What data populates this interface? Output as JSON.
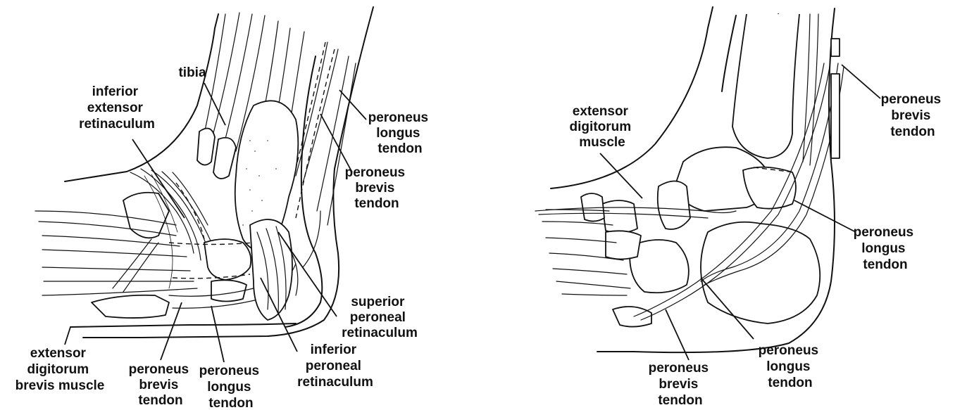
{
  "left_panel": {
    "labels": {
      "tibia": [
        "tibia"
      ],
      "inferior_extensor_retinaculum": [
        "inferior",
        "extensor",
        "retinaculum"
      ],
      "peroneus_longus_tendon_upper": [
        "peroneus",
        "longus",
        "tendon"
      ],
      "peroneus_brevis_tendon_upper": [
        "peroneus",
        "brevis",
        "tendon"
      ],
      "superior_peroneal_retinaculum": [
        "superior",
        "peroneal",
        "retinaculum"
      ],
      "inferior_peroneal_retinaculum": [
        "inferior",
        "peroneal",
        "retinaculum"
      ],
      "extensor_digitorum_brevis_muscle": [
        "extensor",
        "digitorum",
        "brevis muscle"
      ],
      "peroneus_brevis_tendon_lower": [
        "peroneus",
        "brevis",
        "tendon"
      ],
      "peroneus_longus_tendon_lower": [
        "peroneus",
        "longus",
        "tendon"
      ]
    }
  },
  "right_panel": {
    "labels": {
      "extensor_digitorum_muscle": [
        "extensor",
        "digitorum",
        "muscle"
      ],
      "peroneus_brevis_tendon_upper": [
        "peroneus",
        "brevis",
        "tendon"
      ],
      "peroneus_longus_tendon_middle": [
        "peroneus",
        "longus",
        "tendon"
      ],
      "peroneus_longus_tendon_lower": [
        "peroneus",
        "longus",
        "tendon"
      ],
      "peroneus_brevis_tendon_lower": [
        "peroneus",
        "brevis",
        "tendon"
      ]
    }
  }
}
